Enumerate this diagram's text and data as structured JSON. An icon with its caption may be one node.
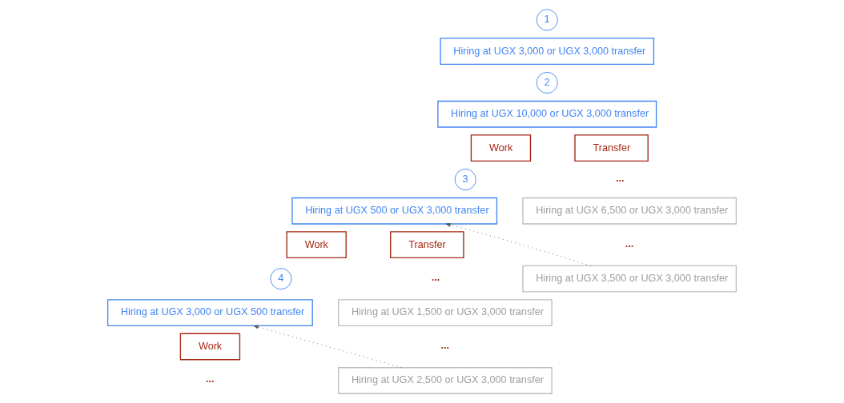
{
  "diagram": {
    "nodes": [
      {
        "text": [
          "1"
        ]
      },
      {
        "text": [
          "Hiring at UGX 3,000 or UGX 3,000 transfer"
        ]
      },
      {
        "text": [
          "2"
        ]
      },
      {
        "text": [
          "Hiring at UGX 10,000 or UGX 3,000 transfer"
        ]
      },
      {
        "text": [
          "Work"
        ]
      },
      {
        "text": [
          "Transfer"
        ]
      },
      {
        "text": [
          "3"
        ]
      },
      {
        "text": [
          "Hiring at UGX 500 or UGX 3,000 transfer"
        ]
      },
      {
        "text": [
          "Hiring at UGX 6,500 or UGX 3,000 transfer"
        ]
      },
      {
        "text": [
          "Work"
        ]
      },
      {
        "text": [
          "Transfer"
        ]
      },
      {
        "text": [
          "Hiring at UGX 3,500 or UGX 3,000 transfer"
        ]
      },
      {
        "text": [
          "4"
        ]
      },
      {
        "text": [
          "Hiring at UGX 1,500 or UGX 3,000 transfer"
        ]
      },
      {
        "text": [
          "Hiring at UGX 3,000 or UGX 500 transfer"
        ]
      },
      {
        "text": [
          "Hiring at UGX 2,500 or UGX 3,000 transfer"
        ]
      },
      {
        "text": [
          "Work"
        ]
      }
    ],
    "edges": [
      {
        "from": 11,
        "to": 7,
        "arrow": "to",
        "style": "dashed"
      },
      {
        "from": 15,
        "to": 14,
        "arrow": "to",
        "style": "dashed"
      }
    ],
    "labels": [
      "...",
      "...",
      "...",
      "...",
      "..."
    ]
  }
}
